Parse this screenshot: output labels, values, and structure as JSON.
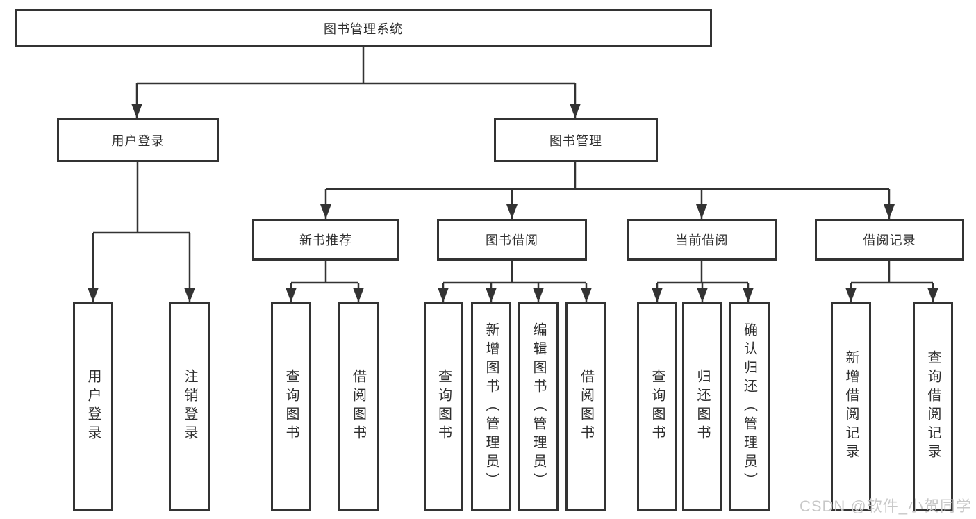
{
  "diagram": {
    "root": {
      "label": "图书管理系统"
    },
    "branches": {
      "user_login": {
        "label": "用户登录",
        "children": {
          "login": "用户登录",
          "logout": "注销登录"
        }
      },
      "book_management": {
        "label": "图书管理",
        "modules": {
          "new_book": {
            "label": "新书推荐",
            "children": {
              "query": "查询图书",
              "borrow": "借阅图书"
            }
          },
          "book_borrow": {
            "label": "图书借阅",
            "children": {
              "query": "查询图书",
              "add": "新增图书（管理员）",
              "edit": "编辑图书（管理员）",
              "borrow": "借阅图书"
            }
          },
          "current_borrow": {
            "label": "当前借阅",
            "children": {
              "query": "查询图书",
              "return": "归还图书",
              "confirm": "确认归还（管理员）"
            }
          },
          "records": {
            "label": "借阅记录",
            "children": {
              "add": "新增借阅记录",
              "query": "查询借阅记录"
            }
          }
        }
      }
    }
  },
  "watermark": "CSDN @软件_小贺同学",
  "colors": {
    "line": "#333333",
    "text": "#2f2f2f",
    "background": "#ffffff",
    "watermark": "#c8c8c8"
  }
}
